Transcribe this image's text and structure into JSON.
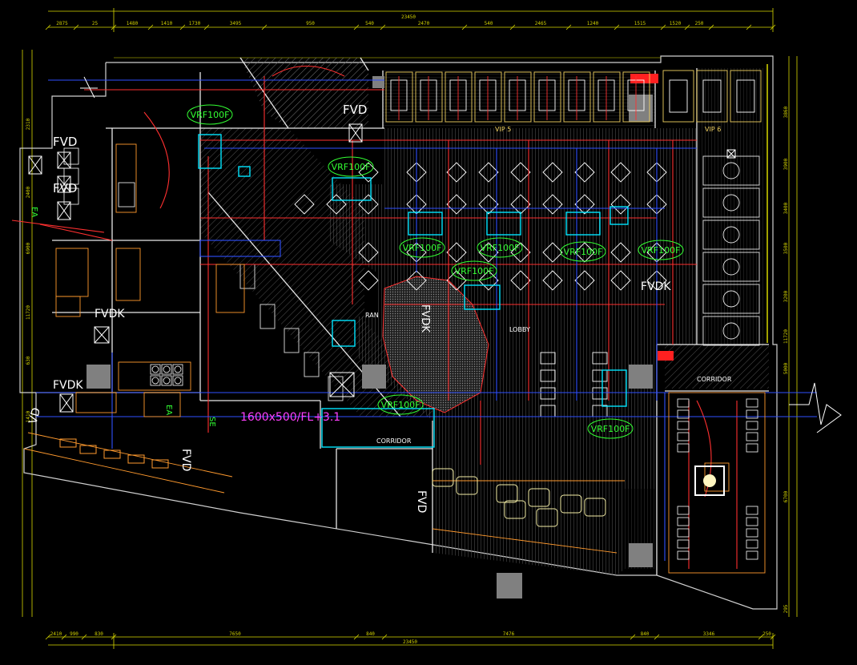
{
  "drawing": {
    "overall_width_top": "23450",
    "overall_width_bottom": "23450",
    "top_dims": [
      "2875",
      "25",
      "1480",
      "1410",
      "1730",
      "3495",
      "950",
      "540",
      "2470",
      "540",
      "2465",
      "1240",
      "1515",
      "1520",
      "250"
    ],
    "bottom_dims": [
      "2410",
      "990",
      "830",
      "7650",
      "840",
      "7476",
      "840",
      "3346",
      "250"
    ],
    "left_dims": [
      "2310",
      "2400",
      "6900",
      "11720",
      "630",
      "1410"
    ],
    "right_dims": [
      "3860",
      "3900",
      "3400",
      "3500",
      "3200",
      "11720",
      "5000",
      "6700",
      "295"
    ],
    "equipment_labels": [
      "FVD",
      "FVD",
      "FVD",
      "FVDK",
      "FVDK",
      "FVDK",
      "FVDK",
      "FVD",
      "FVD",
      "VD",
      "EA",
      "SE",
      "EA"
    ],
    "vrf_labels": [
      "VRF100F",
      "VRF100F",
      "VRF100F",
      "VRF100F",
      "VRF100F",
      "VRF100F",
      "VRF100F",
      "VRF100F",
      "VRF100F"
    ],
    "room_labels": [
      "VIP 5",
      "VIP 6",
      "CORRIDOR",
      "CORRIDOR",
      "LOBBY",
      "RAN"
    ],
    "duct_label": "1600x500/FL+3.1",
    "colors": {
      "background": "#000000",
      "wall": "#ffffff",
      "duct_red": "#ff3030",
      "duct_blue": "#3050ff",
      "diffuser_cyan": "#00e5ff",
      "label_green": "#33ff33",
      "dimension_yellow": "#d8d800",
      "hatch_gray": "#6a6a6a",
      "furniture_orange": "#ff9a2e",
      "magenta": "#ff40ff"
    }
  }
}
